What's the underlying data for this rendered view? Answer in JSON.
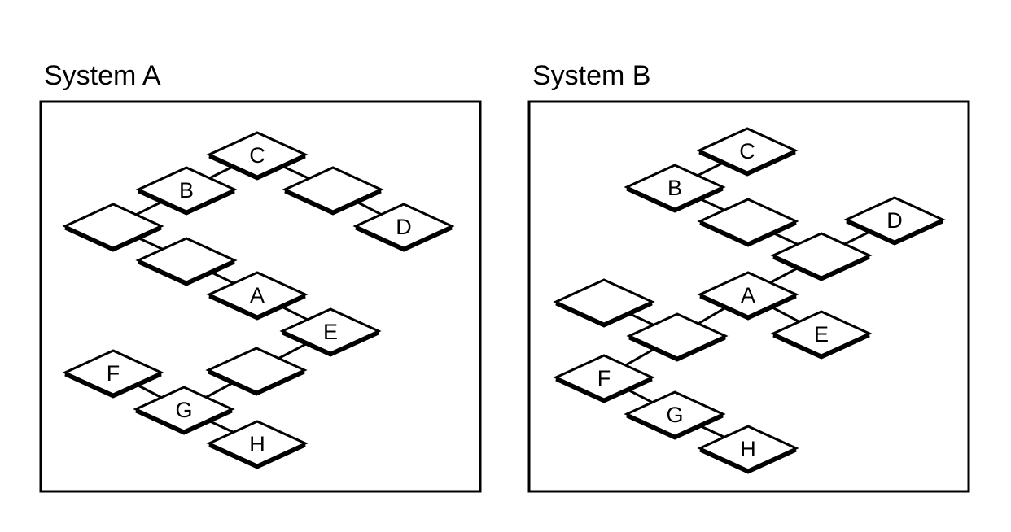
{
  "diagram": {
    "colors": {
      "stroke": "#000000",
      "fill": "#ffffff",
      "background": "#ffffff"
    },
    "systems": [
      {
        "id": "system-a",
        "title": "System A",
        "nodes": [
          {
            "id": "c",
            "label": "C"
          },
          {
            "id": "b",
            "label": "B"
          },
          {
            "id": "a-unlabeled-1",
            "label": ""
          },
          {
            "id": "a-unlabeled-2",
            "label": ""
          },
          {
            "id": "d",
            "label": "D"
          },
          {
            "id": "a-unlabeled-3",
            "label": ""
          },
          {
            "id": "a",
            "label": "A"
          },
          {
            "id": "e",
            "label": "E"
          },
          {
            "id": "a-unlabeled-4",
            "label": ""
          },
          {
            "id": "f",
            "label": "F"
          },
          {
            "id": "g",
            "label": "G"
          },
          {
            "id": "h",
            "label": "H"
          }
        ],
        "edges": [
          [
            "b",
            "c"
          ],
          [
            "c",
            "a-unlabeled-2"
          ],
          [
            "a-unlabeled-2",
            "d"
          ],
          [
            "b",
            "a-unlabeled-1"
          ],
          [
            "a-unlabeled-1",
            "a-unlabeled-3"
          ],
          [
            "a-unlabeled-3",
            "a"
          ],
          [
            "a",
            "e"
          ],
          [
            "e",
            "a-unlabeled-4"
          ],
          [
            "a-unlabeled-4",
            "g"
          ],
          [
            "f",
            "g"
          ],
          [
            "g",
            "h"
          ]
        ]
      },
      {
        "id": "system-b",
        "title": "System B",
        "nodes": [
          {
            "id": "c",
            "label": "C"
          },
          {
            "id": "b",
            "label": "B"
          },
          {
            "id": "b-unlabeled-1",
            "label": ""
          },
          {
            "id": "d",
            "label": "D"
          },
          {
            "id": "b-unlabeled-2",
            "label": ""
          },
          {
            "id": "a",
            "label": "A"
          },
          {
            "id": "e",
            "label": "E"
          },
          {
            "id": "b-unlabeled-3",
            "label": ""
          },
          {
            "id": "b-unlabeled-4",
            "label": ""
          },
          {
            "id": "f",
            "label": "F"
          },
          {
            "id": "g",
            "label": "G"
          },
          {
            "id": "h",
            "label": "H"
          }
        ],
        "edges": [
          [
            "b",
            "c"
          ],
          [
            "b",
            "b-unlabeled-1"
          ],
          [
            "b-unlabeled-1",
            "b-unlabeled-2"
          ],
          [
            "b-unlabeled-2",
            "d"
          ],
          [
            "b-unlabeled-2",
            "a"
          ],
          [
            "a",
            "e"
          ],
          [
            "a",
            "b-unlabeled-4"
          ],
          [
            "b-unlabeled-3",
            "b-unlabeled-4"
          ],
          [
            "b-unlabeled-4",
            "f"
          ],
          [
            "f",
            "g"
          ],
          [
            "g",
            "h"
          ]
        ]
      }
    ]
  }
}
